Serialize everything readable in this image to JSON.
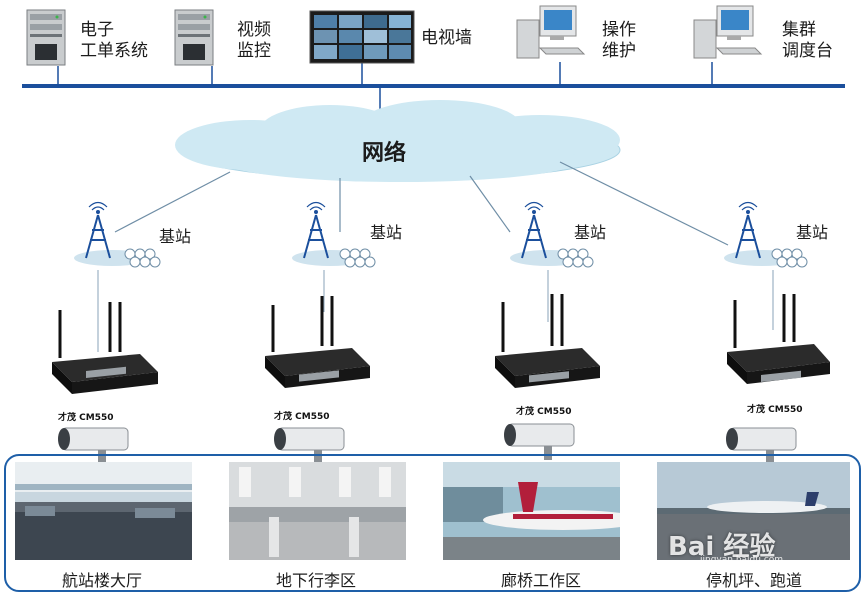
{
  "top_systems": [
    {
      "name": "电子\n工单系统",
      "icon": "server-tower-icon"
    },
    {
      "name": "视频\n监控",
      "icon": "server-tower-icon"
    },
    {
      "name": "电视墙",
      "icon": "video-wall-icon"
    },
    {
      "name": "操作\n维护",
      "icon": "workstation-icon"
    },
    {
      "name": "集群\n调度台",
      "icon": "workstation-icon"
    }
  ],
  "network": {
    "label": "网络"
  },
  "base_station_label": "基站",
  "router_label": "才茂 CM550",
  "areas": [
    {
      "caption": "航站楼大厅"
    },
    {
      "caption": "地下行李区"
    },
    {
      "caption": "廊桥工作区"
    },
    {
      "caption": "停机坪、跑道"
    }
  ],
  "watermark": {
    "text": "Bai 经验",
    "sub": "jingyan.baidu.com"
  },
  "colors": {
    "bus_line": "#1b4f9c",
    "cloud_fill": "#cfe9f3",
    "area_border": "#1e5fa8",
    "tower": "#1b4f9c",
    "router_body": "#222222"
  }
}
